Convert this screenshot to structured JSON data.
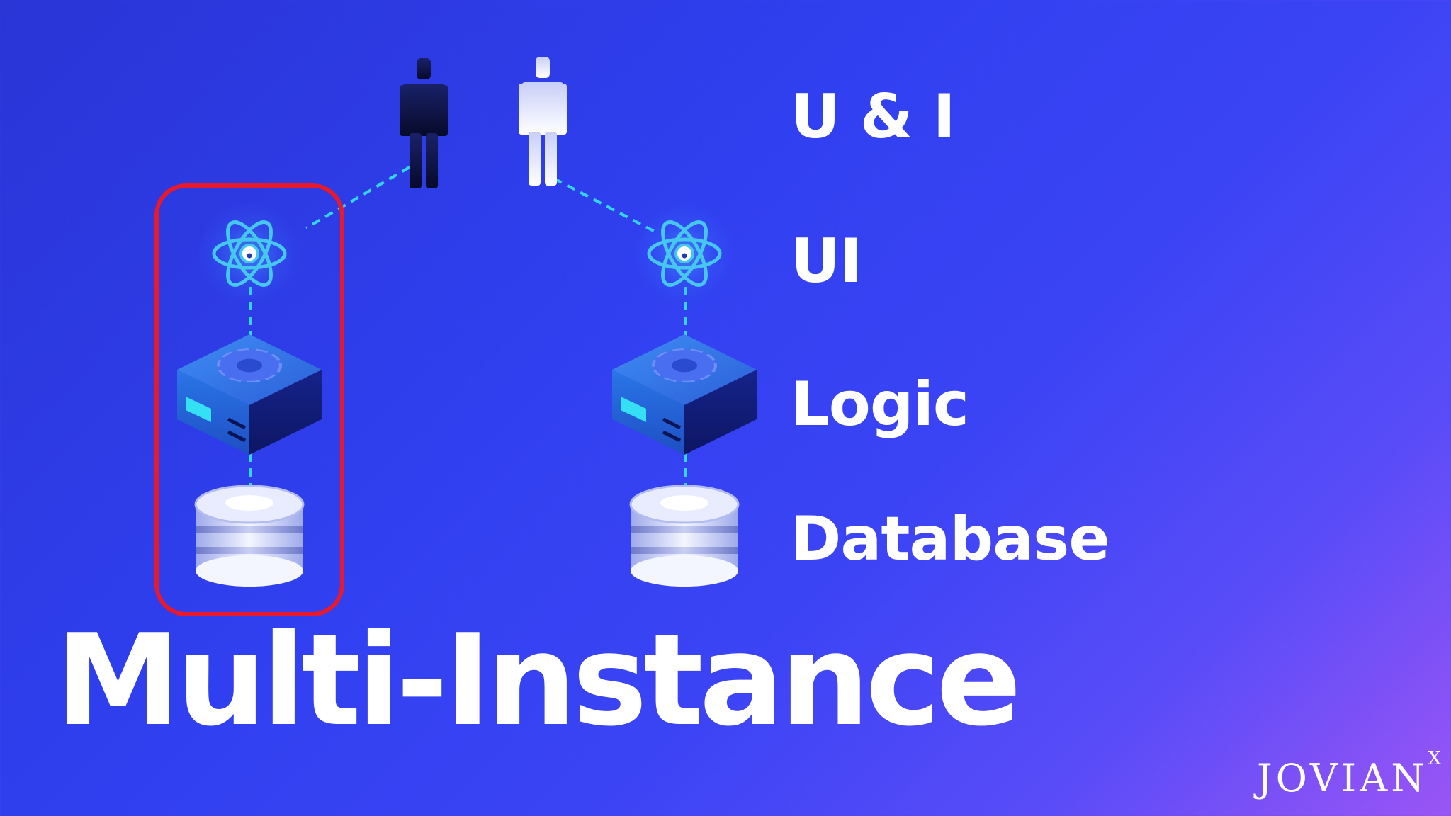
{
  "diagram": {
    "layers": [
      "U & I",
      "UI",
      "Logic",
      "Database"
    ],
    "headline": "Multi-Instance",
    "brand": {
      "name": "JOVIAN",
      "superscript": "X"
    },
    "users": [
      {
        "icon": "person-dark-icon"
      },
      {
        "icon": "person-light-icon"
      }
    ],
    "instances": [
      {
        "highlighted": true,
        "components": [
          "react-atom-icon",
          "server-gear-icon",
          "database-icon"
        ]
      },
      {
        "highlighted": false,
        "components": [
          "react-atom-icon",
          "server-gear-icon",
          "database-icon"
        ]
      }
    ],
    "colors": {
      "background_start": "#2a35d6",
      "background_end": "#9b55f5",
      "highlight_border": "#e8192c",
      "connector": "#33d6f0",
      "text": "#ffffff"
    }
  }
}
